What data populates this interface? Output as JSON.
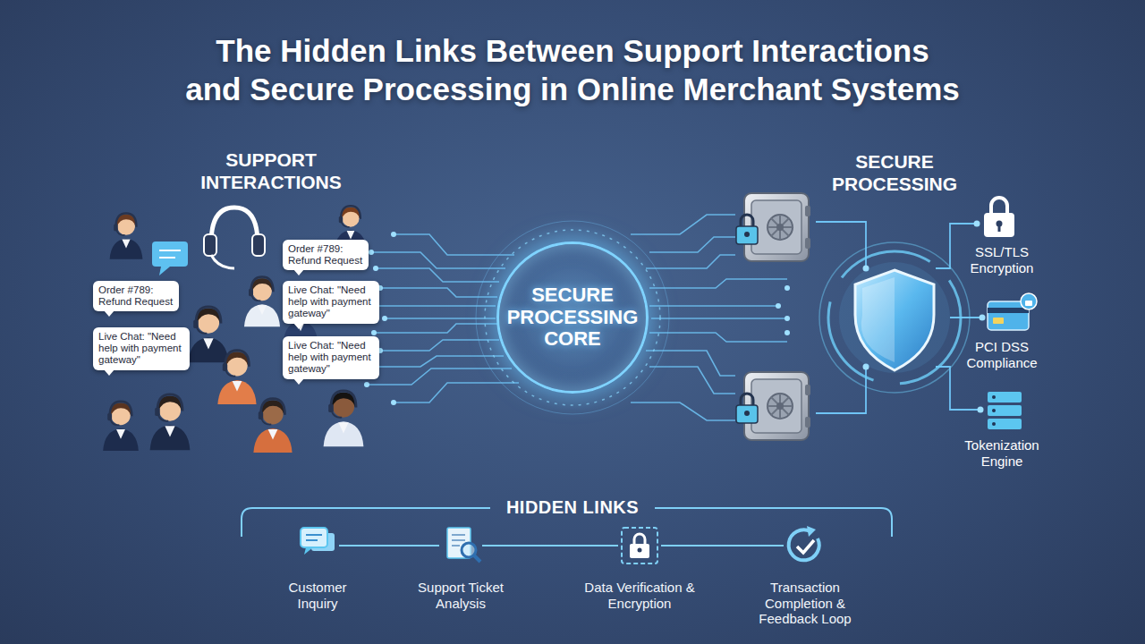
{
  "diagram": {
    "title": "The Hidden Links Between Support Interactions and Secure Processing in Online Merchant Systems",
    "nodes": [
      {
        "text": [
          "Order #789: Refund Request"
        ]
      },
      {
        "text": [
          "Order #789: Refund Request"
        ]
      },
      {
        "text": [
          "Live Chat: \"Need help with payment gateway\""
        ]
      },
      {
        "text": [
          "Live Chat: \"Need help with payment gateway\""
        ]
      },
      {
        "text": [
          "Live Chat: \"Need help with payment gateway\""
        ]
      },
      {
        "text": [
          "SECURE PROCESSING CORE"
        ]
      },
      {
        "text": [
          "Customer Inquiry"
        ]
      },
      {
        "text": [
          "Support Ticket Analysis"
        ]
      },
      {
        "text": [
          "Data Verification & Encryption"
        ]
      },
      {
        "text": [
          "Transaction Completion & Feedback Loop"
        ]
      }
    ],
    "edges": [
      {
        "from": 6,
        "to": 7,
        "arrow": "none"
      },
      {
        "from": 7,
        "to": 8,
        "arrow": "none"
      },
      {
        "from": 8,
        "to": 9,
        "arrow": "none"
      }
    ],
    "labels": [
      "SUPPORT INTERACTIONS",
      "SECURE PROCESSING",
      "SSL/TLS Encryption",
      "PCI DSS Compliance",
      "Tokenization Engine",
      "HIDDEN LINKS"
    ]
  }
}
